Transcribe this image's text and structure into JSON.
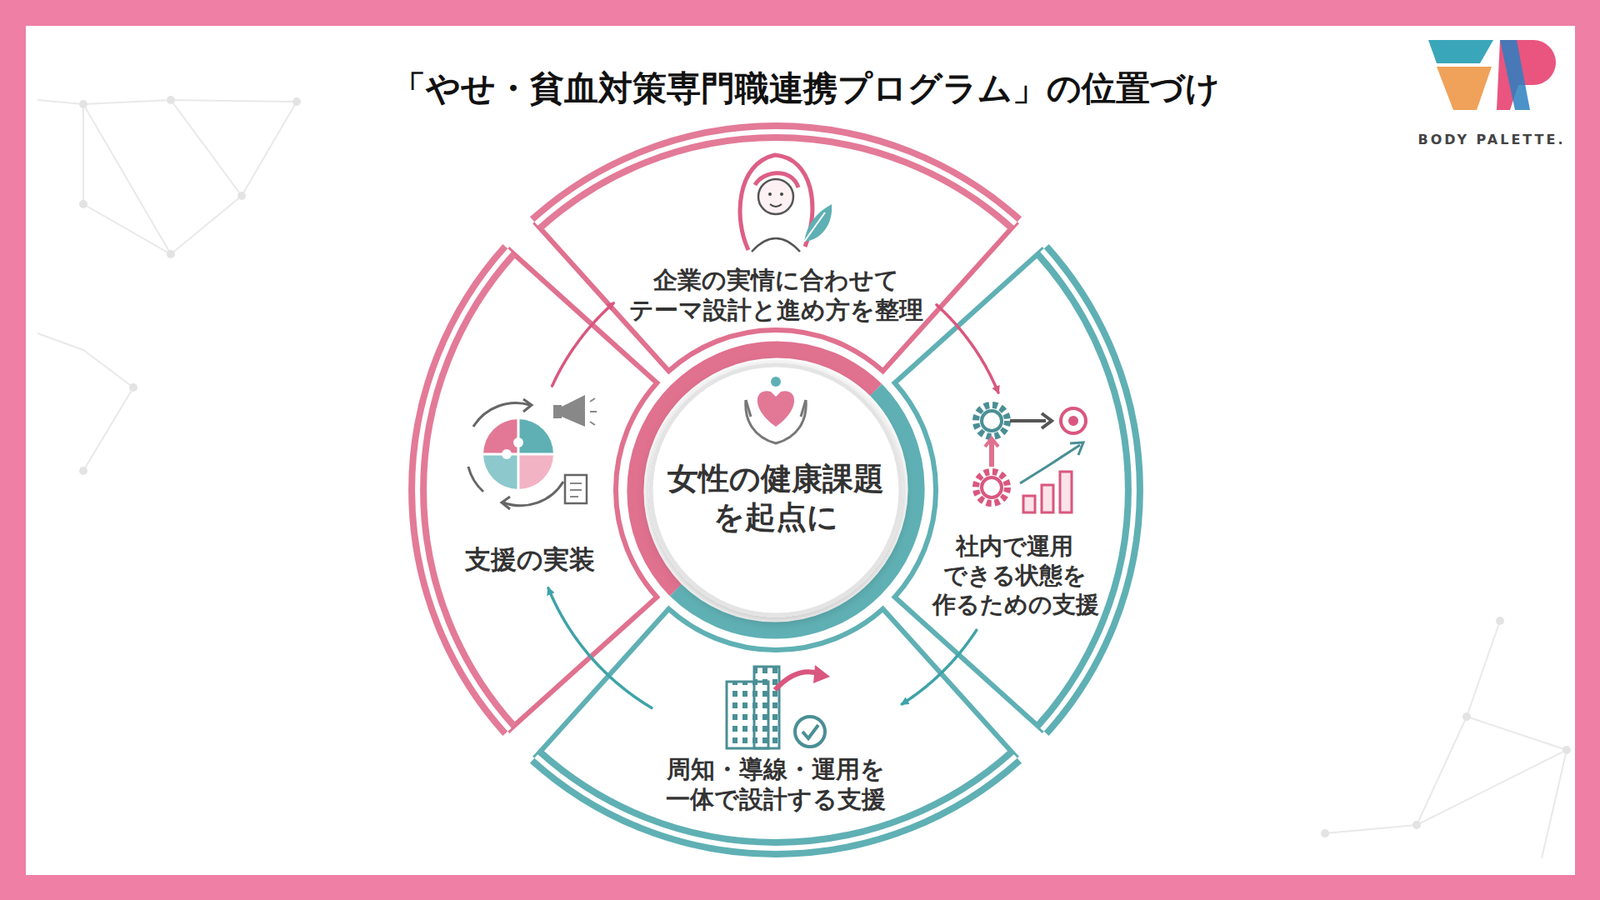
{
  "diagram": {
    "title": "「やせ・貧血対策専門職連携プログラム」の位置づけ",
    "nodes": [
      {
        "text": [
          "企業の実情に合わせて テーマ設計と進め方を整理"
        ]
      },
      {
        "text": [
          "社内で運用 できる状態を 作るための支援"
        ]
      },
      {
        "text": [
          "周知・導線・運用を 一体で設計する支援"
        ]
      },
      {
        "text": [
          "支援の実装"
        ]
      },
      {
        "text": [
          "女性の健康課題 を起点に"
        ]
      }
    ],
    "edges": [
      {
        "from": 0,
        "to": 1,
        "arrow": "to"
      },
      {
        "from": 1,
        "to": 2,
        "arrow": "to"
      },
      {
        "from": 2,
        "to": 3,
        "arrow": "to"
      },
      {
        "from": 3,
        "to": 0,
        "arrow": "to"
      }
    ],
    "labels": [
      "BODY PALETTE."
    ]
  }
}
